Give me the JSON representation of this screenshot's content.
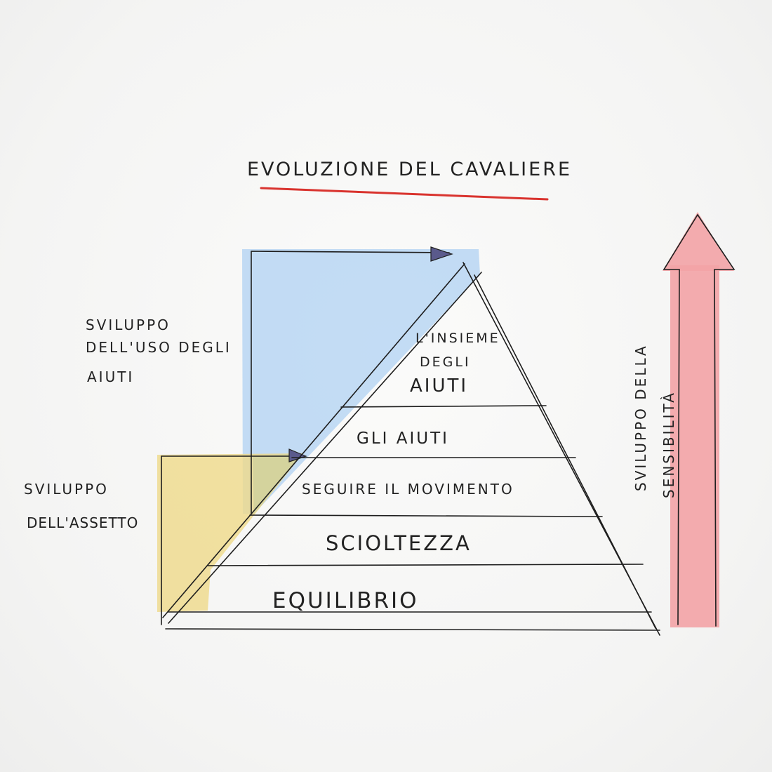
{
  "title": "EVOLUZIONE DEL CAVALIERE",
  "left_labels": {
    "aids_development": [
      "SVILUPPO",
      "DELL'USO DEGLI",
      "AIUTI"
    ],
    "seat_development": [
      "SVILUPPO",
      "DELL'ASSETTO"
    ]
  },
  "right_label": [
    "SVILUPPO DELLA",
    "SENSIBILITÀ"
  ],
  "pyramid_levels": [
    {
      "label": [
        "L'INSIEME",
        "DEGLI",
        "AIUTI"
      ]
    },
    {
      "label": [
        "GLI AIUTI"
      ]
    },
    {
      "label": [
        "SEGUIRE IL MOVIMENTO"
      ]
    },
    {
      "label": [
        "SCIOLTEZZA"
      ]
    },
    {
      "label": [
        "EQUILIBRIO"
      ]
    }
  ],
  "colors": {
    "title_underline": "#d9332e",
    "aids_area": "#b8d6f3",
    "seat_area": "#efd98a",
    "sensitivity_arrow": "#f3a3a6"
  }
}
